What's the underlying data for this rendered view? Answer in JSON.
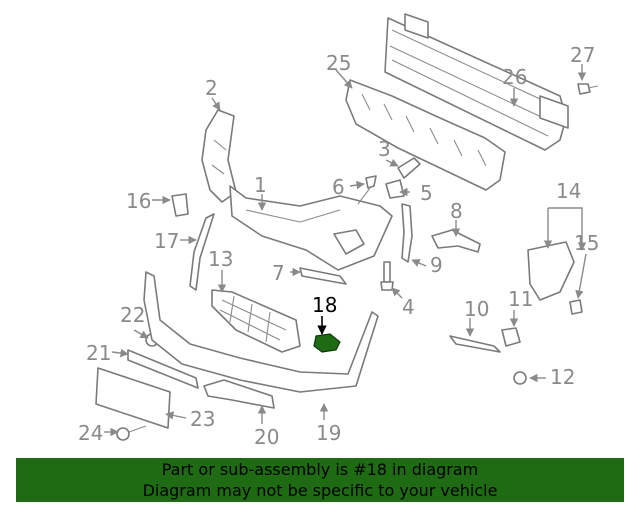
{
  "diagram": {
    "highlight_part": "18",
    "highlight_color": "#1f6b14",
    "callouts": [
      "1",
      "2",
      "3",
      "4",
      "5",
      "6",
      "7",
      "8",
      "9",
      "10",
      "11",
      "12",
      "13",
      "14",
      "15",
      "16",
      "17",
      "18",
      "19",
      "20",
      "21",
      "22",
      "23",
      "24",
      "25",
      "26",
      "27"
    ]
  },
  "banner": {
    "line1": "Part or sub-assembly is #18 in diagram",
    "line2": "Diagram may not be specific to your vehicle",
    "background": "#1f6b14"
  }
}
